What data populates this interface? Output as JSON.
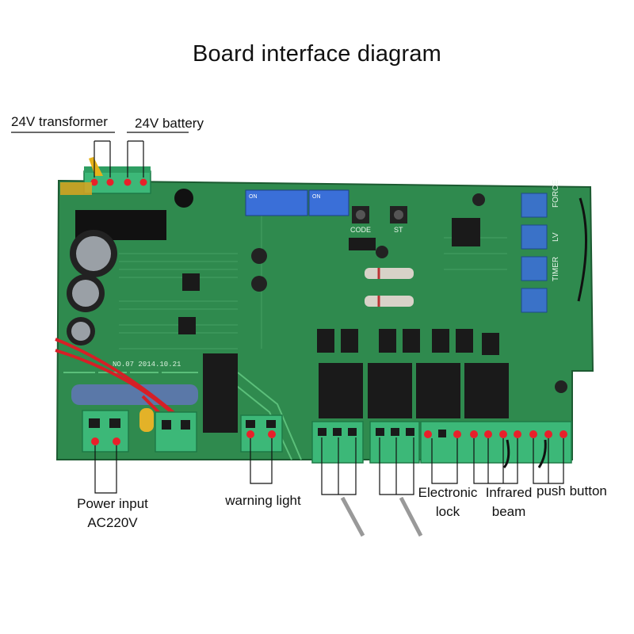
{
  "title": "Board interface diagram",
  "labels": {
    "transformer": "24V transformer",
    "battery": "24V battery",
    "power_line1": "Power input",
    "power_line2": "AC220V",
    "warning": "warning light",
    "lock_line1": "Electronic",
    "lock_line2": "lock",
    "infrared_line1": "Infrared",
    "infrared_line2": "beam",
    "push": "push button"
  },
  "board_text": {
    "dip_on_1": "ON",
    "dip_on_2": "ON",
    "code": "CODE",
    "st": "ST",
    "force": "FORCE",
    "lv": "LV",
    "timer": "TIMER",
    "date": "NO.07  2014.10.21"
  },
  "colors": {
    "pcb": "#2f8a4e",
    "pcb_dark": "#1f6b3a",
    "terminal": "#3cb878",
    "marker": "#e8202a",
    "relay": "#1a1a1a",
    "dip": "#3a6fd8",
    "pot": "#3a72c8"
  }
}
